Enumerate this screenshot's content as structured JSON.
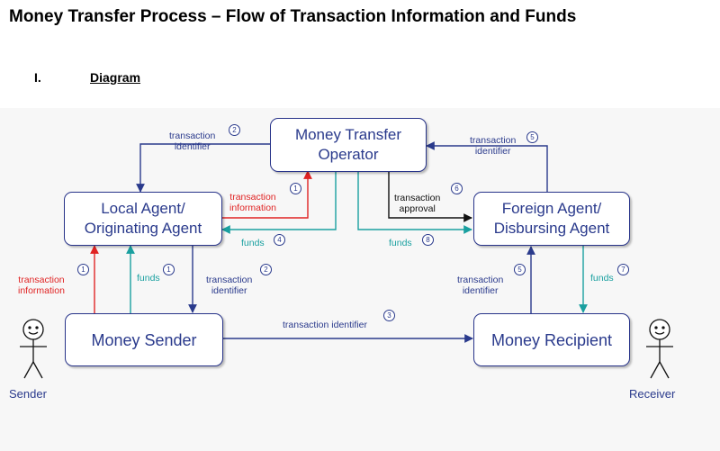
{
  "title": "Money Transfer Process – Flow of Transaction Information and Funds",
  "section": {
    "number": "I.",
    "title": "Diagram"
  },
  "nodes": {
    "operator": "Money Transfer\nOperator",
    "local_agent": "Local Agent/\nOriginating Agent",
    "foreign_agent": "Foreign Agent/\nDisbursing Agent",
    "sender": "Money Sender",
    "recipient": "Money Recipient"
  },
  "people": {
    "sender": "Sender",
    "receiver": "Receiver"
  },
  "edges": {
    "e2_op_local": {
      "label": "transaction\nidentifier",
      "num": "2"
    },
    "e1_local_op": {
      "label": "transaction\ninformation",
      "num": "1"
    },
    "e4_op_local": {
      "label": "funds",
      "num": "4"
    },
    "e6_op_foreign": {
      "label": "transaction\napproval",
      "num": "6"
    },
    "e8_op_foreign": {
      "label": "funds",
      "num": "8"
    },
    "e5_foreign_op": {
      "label": "transaction\nidentifier",
      "num": "5"
    },
    "e1_sender_local": {
      "label": "transaction\ninformation",
      "num": "1"
    },
    "e1_funds_sender_local": {
      "label": "funds",
      "num": "1"
    },
    "e2_local_sender": {
      "label": "transaction\nidentifier",
      "num": "2"
    },
    "e3_sender_recipient": {
      "label": "transaction identifier",
      "num": "3"
    },
    "e5_recipient_foreign": {
      "label": "transaction\nidentifier",
      "num": "5"
    },
    "e7_foreign_recipient": {
      "label": "funds",
      "num": "7"
    }
  },
  "colors": {
    "info": "#e02424",
    "funds": "#1aa0a0",
    "identifier": "#2a3a8c",
    "approval": "#111111"
  }
}
